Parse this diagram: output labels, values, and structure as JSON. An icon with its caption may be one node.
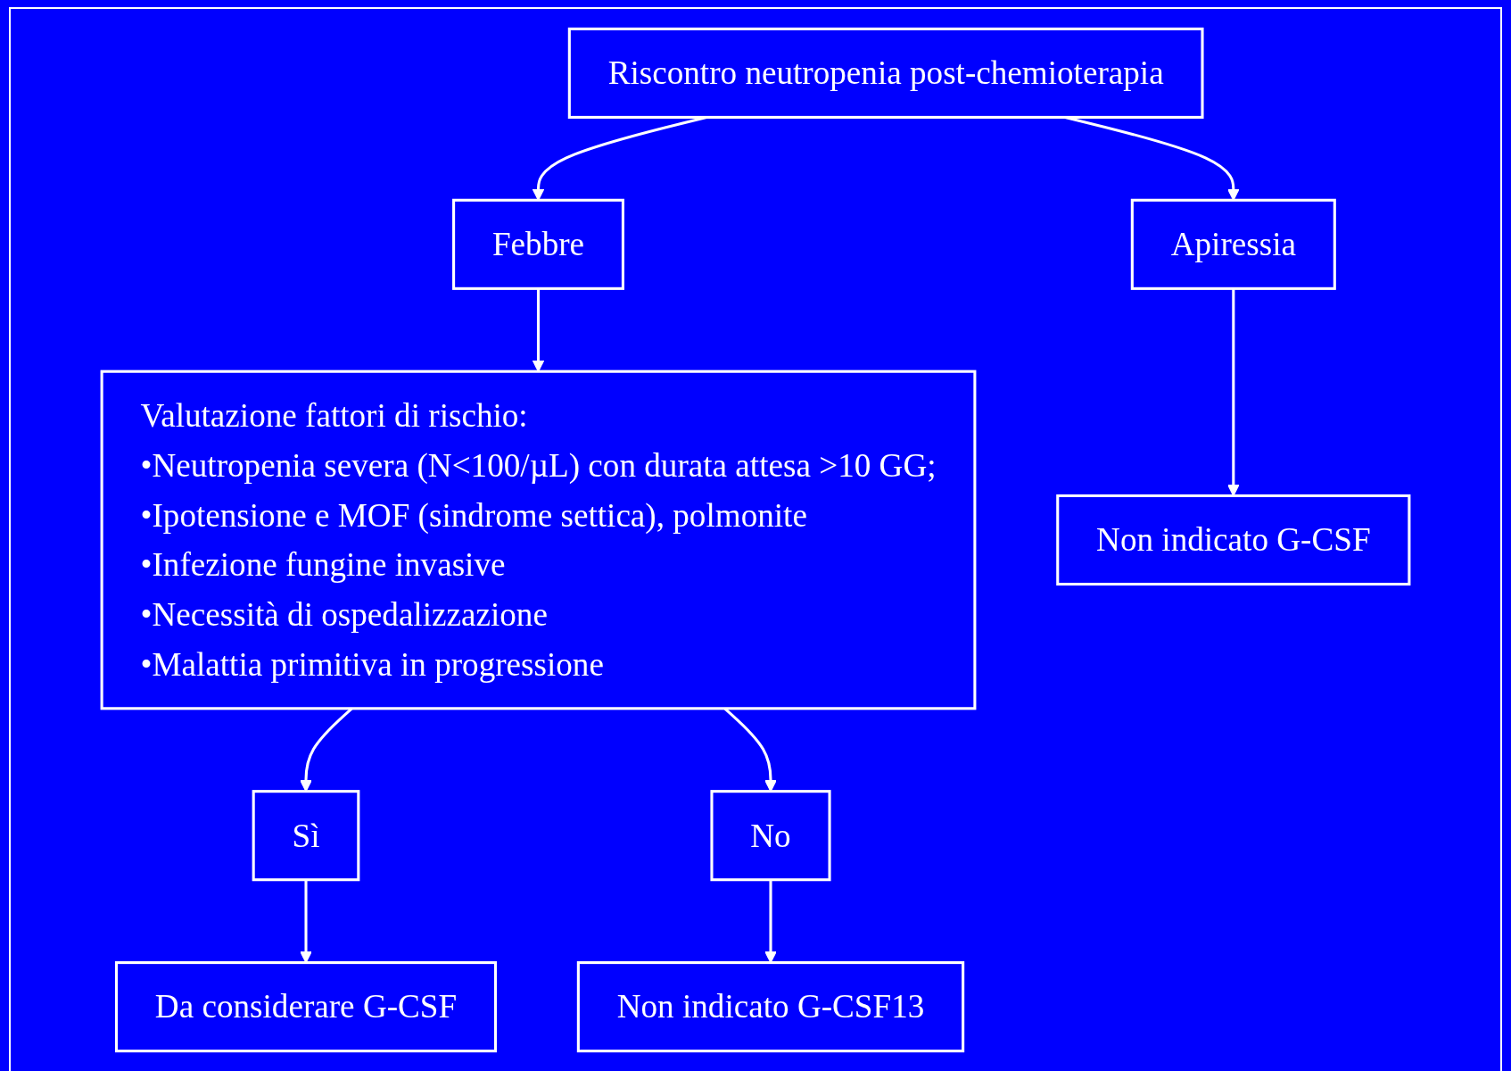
{
  "diagram": {
    "nodes": [
      {
        "text": [
          "Riscontro neutropenia post-chemioterapia"
        ]
      },
      {
        "text": [
          "Apiressia"
        ]
      },
      {
        "text": [
          "Febbre"
        ]
      },
      {
        "text": [
          "Valutazione fattori di rischio:",
          "•Neutropenia severa (N<100/µL) con durata attesa >10 GG;",
          "•Ipotensione e MOF (sindrome settica), polmonite",
          "•Infezione fungine invasive",
          "•Necessità di ospedalizzazione",
          "•Malattia primitiva in progressione"
        ]
      },
      {
        "text": [
          "Non indicato G-CSF"
        ]
      },
      {
        "text": [
          "Sì"
        ]
      },
      {
        "text": [
          "No"
        ]
      },
      {
        "text": [
          "Da considerare G-CSF"
        ]
      },
      {
        "text": [
          "Non indicato G-CSF13"
        ]
      }
    ],
    "edges": [
      {
        "from": 0,
        "to": 1,
        "arrow": "to"
      },
      {
        "from": 0,
        "to": 2,
        "arrow": "to"
      },
      {
        "from": 1,
        "to": 4,
        "arrow": "to"
      },
      {
        "from": 2,
        "to": 3,
        "arrow": "to"
      },
      {
        "from": 3,
        "to": 5,
        "arrow": "to"
      },
      {
        "from": 3,
        "to": 6,
        "arrow": "to"
      },
      {
        "from": 5,
        "to": 7,
        "arrow": "to"
      },
      {
        "from": 6,
        "to": 8,
        "arrow": "to"
      }
    ]
  }
}
